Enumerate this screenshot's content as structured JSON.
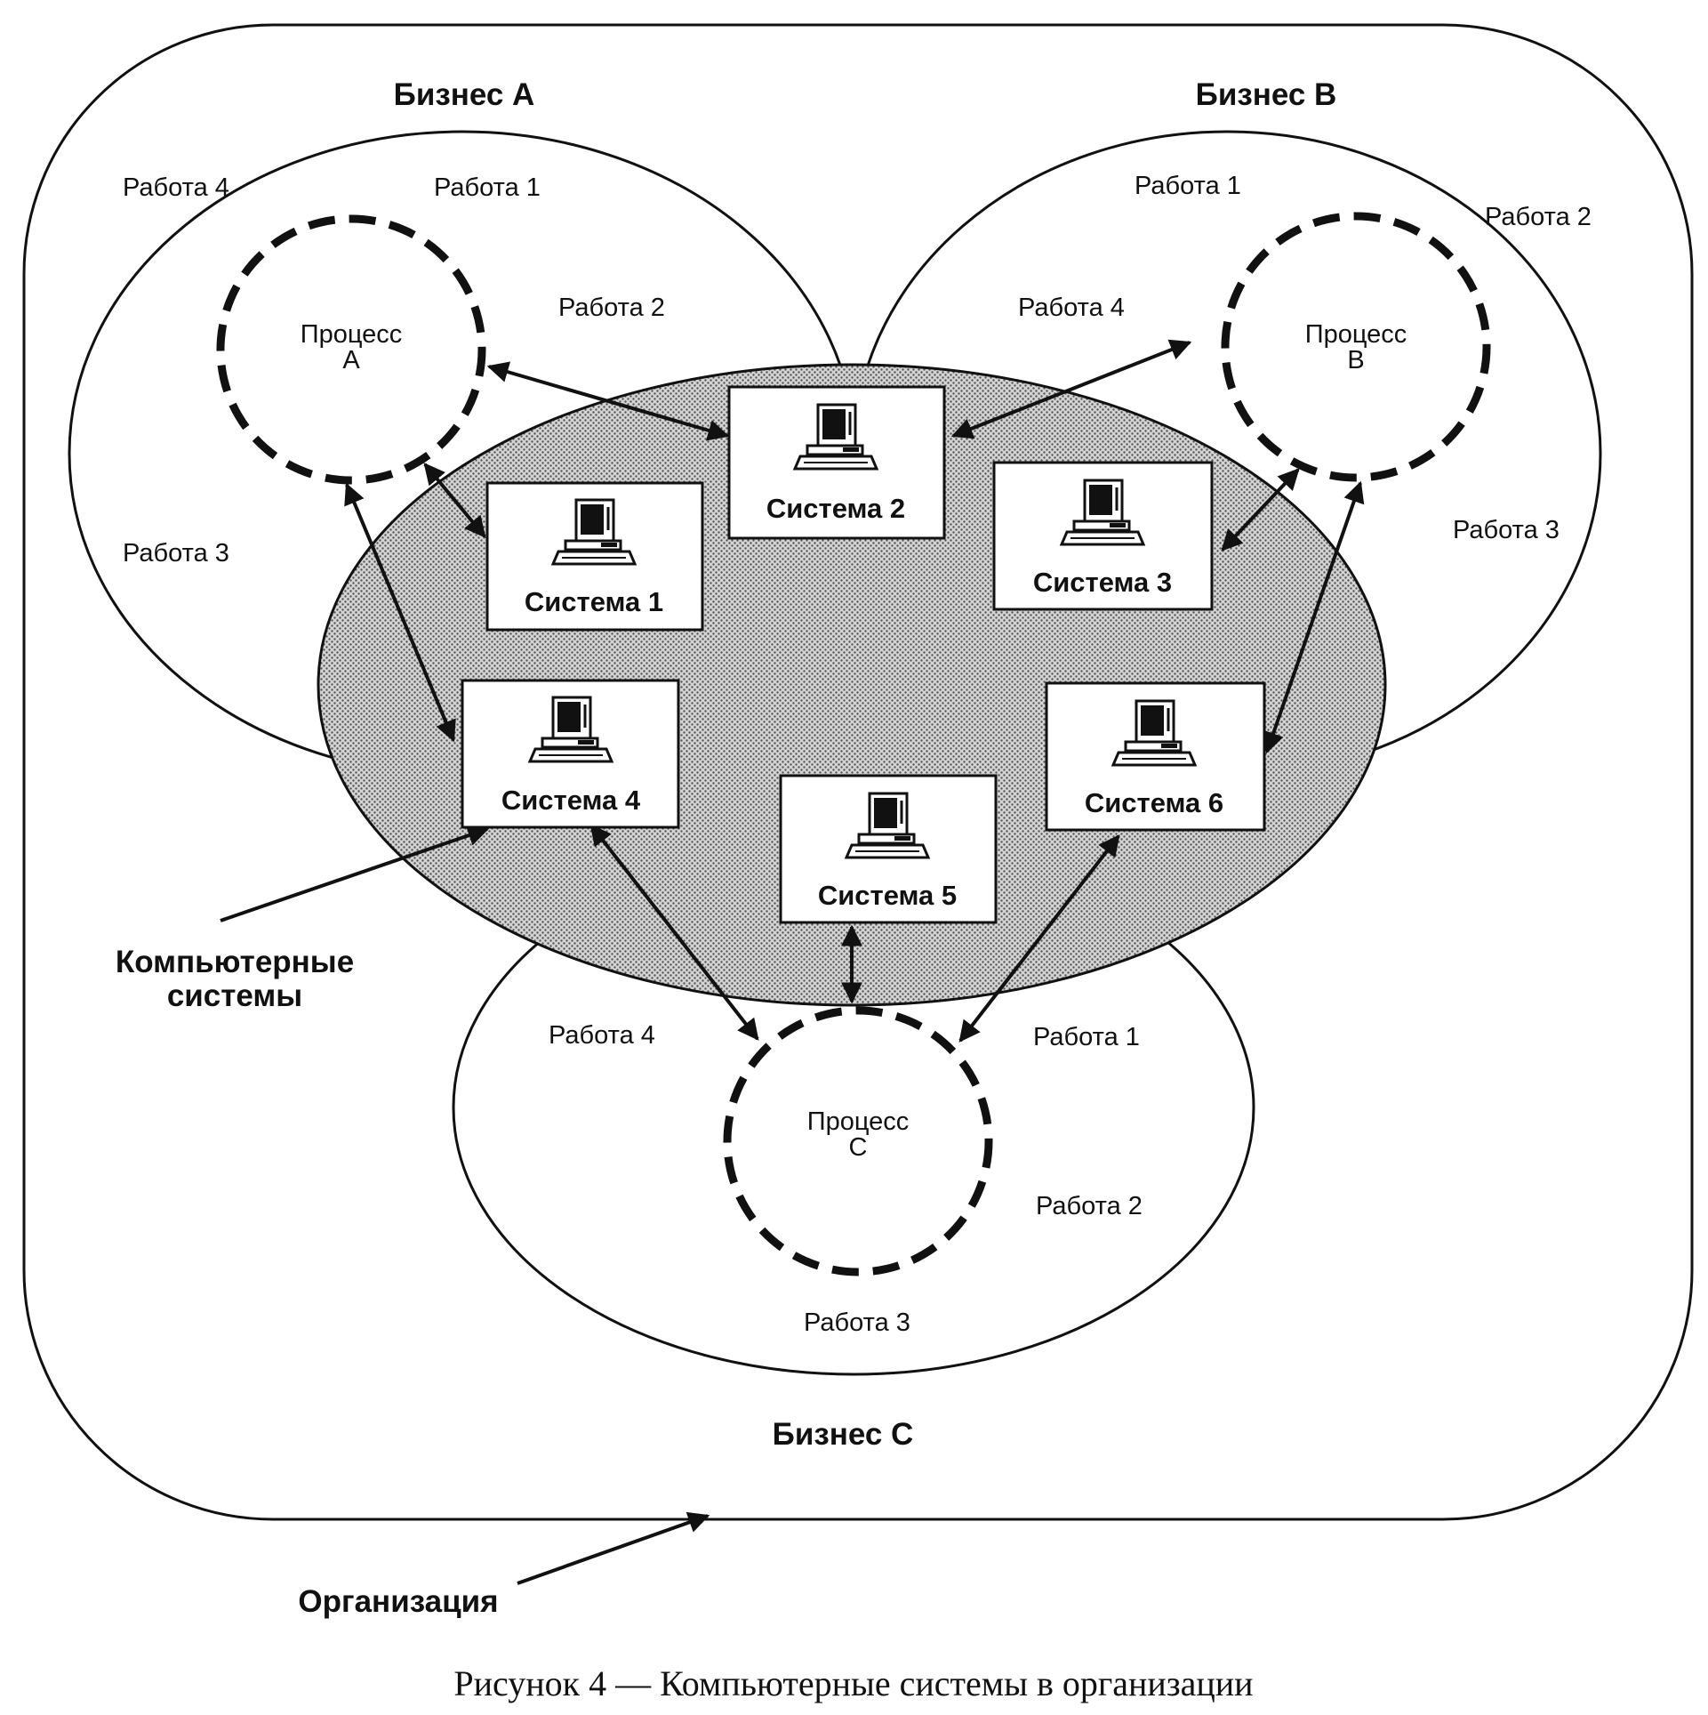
{
  "businesses": {
    "a": "Бизнес А",
    "b": "Бизнес В",
    "c": "Бизнес С"
  },
  "processes": {
    "a": {
      "line1": "Процесс",
      "line2": "А"
    },
    "b": {
      "line1": "Процесс",
      "line2": "В"
    },
    "c": {
      "line1": "Процесс",
      "line2": "С"
    }
  },
  "jobs": {
    "a": [
      "Работа 1",
      "Работа 2",
      "Работа 3",
      "Работа 4"
    ],
    "b": [
      "Работа 1",
      "Работа 2",
      "Работа 3",
      "Работа 4"
    ],
    "c": [
      "Работа 1",
      "Работа 2",
      "Работа 3",
      "Работа 4"
    ]
  },
  "systems": [
    "Система 1",
    "Система 2",
    "Система 3",
    "Система 4",
    "Система 5",
    "Система 6"
  ],
  "computer_systems_label": {
    "line1": "Компьютерные",
    "line2": "системы"
  },
  "organization_label": "Организация",
  "caption": "Рисунок 4 — Компьютерные системы в организации"
}
